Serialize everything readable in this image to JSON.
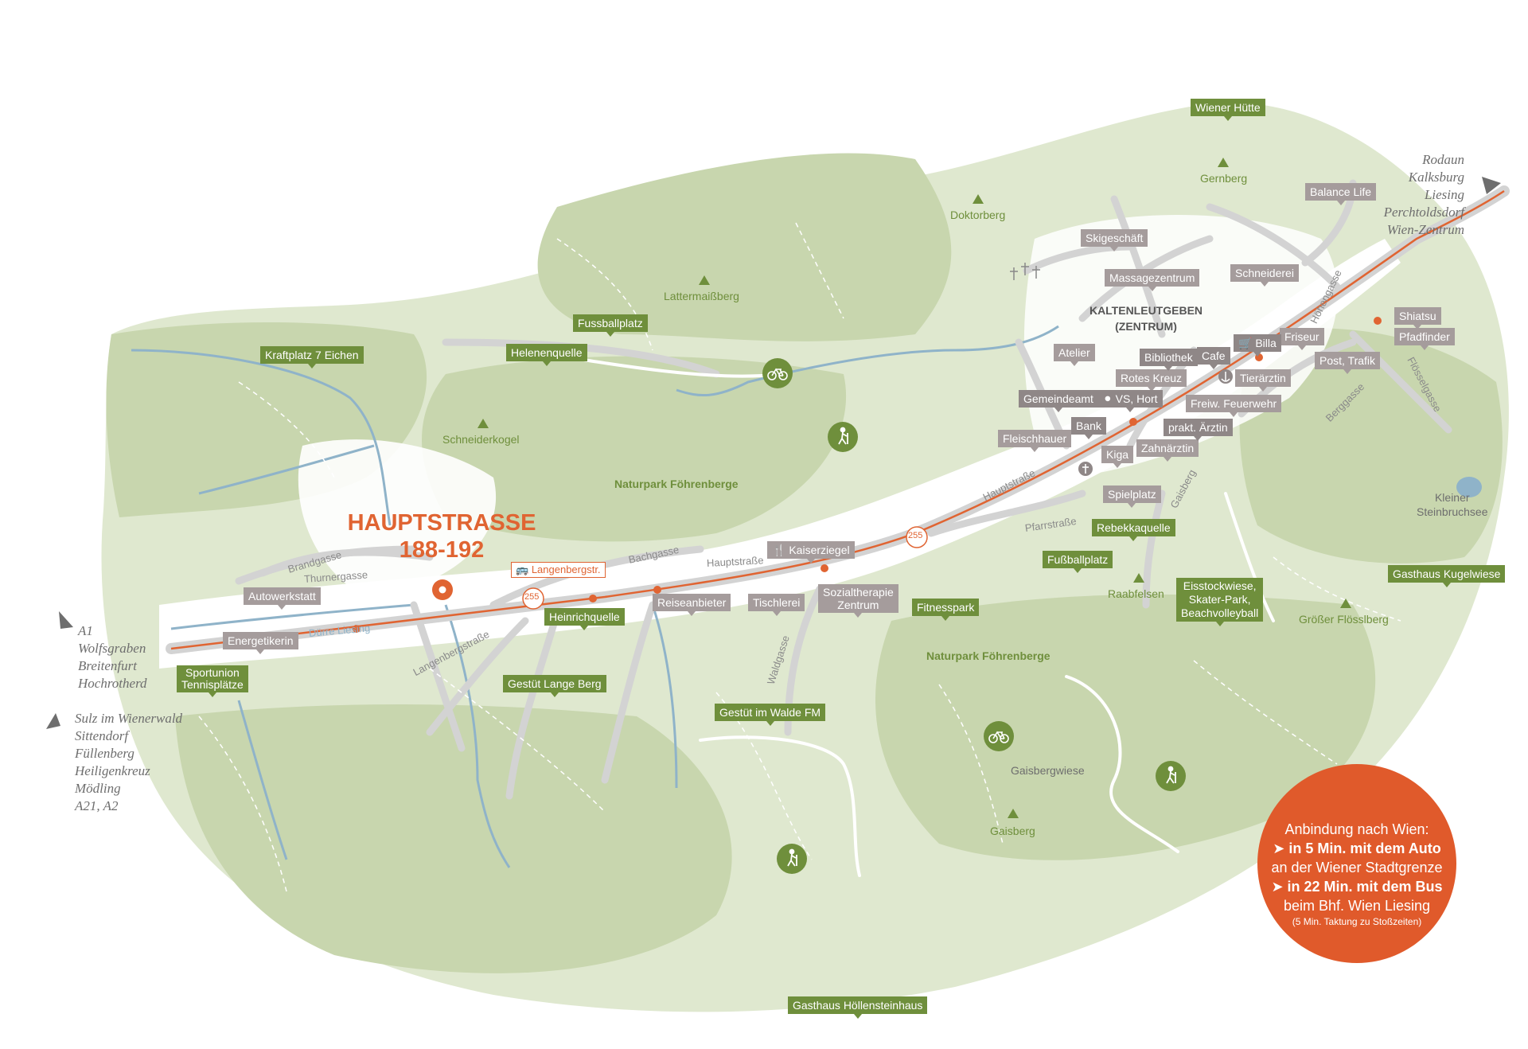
{
  "title": {
    "line1": "HAUPTSTRASSE",
    "line2": "188-192"
  },
  "center": {
    "line1": "KALTENLEUTGEBEN",
    "line2": "(ZENTRUM)"
  },
  "bus_stop": "Langenbergstr.",
  "route_number": "255",
  "destinations": {
    "west_top": [
      "A1",
      "Wolfsgraben",
      "Breitenfurt",
      "Hochrotherd"
    ],
    "west_bottom": [
      "Sulz im Wienerwald",
      "Sittendorf",
      "Füllenberg",
      "Heiligenkreuz",
      "Mödling",
      "A21, A2"
    ],
    "east": [
      "Rodaun",
      "Kalksburg",
      "Liesing",
      "Perchtoldsdorf",
      "Wien-Zentrum"
    ]
  },
  "green_tags": {
    "wiener_huette": "Wiener Hütte",
    "kraftplatz": "Kraftplatz 7 Eichen",
    "fussballplatz_1": "Fussballplatz",
    "helenenquelle": "Helenenquelle",
    "heinrichquelle": "Heinrichquelle",
    "gestuet_lange_berg": "Gestüt Lange Berg",
    "gestuet_im_walde": "Gestüt im Walde FM",
    "fitnesspark": "Fitnesspark",
    "rebekkaquelle": "Rebekkaquelle",
    "fussballplatz_2": "Fußballplatz",
    "eisstockwiese": "Eisstockwiese,\nSkater-Park,\nBeachvolleyball",
    "gasthaus_kugelwiese": "Gasthaus Kugelwiese",
    "gasthaus_hoellensteinhaus": "Gasthaus Höllensteinhaus",
    "sportunion": "Sportunion\nTennisplätze"
  },
  "grey_tags": {
    "skigeschaeft": "Skigeschäft",
    "balance_life": "Balance Life",
    "massagezentrum": "Massagezentrum",
    "schneiderei": "Schneiderei",
    "shiatsu": "Shiatsu",
    "pfadfinder": "Pfadfinder",
    "friseur": "Friseur",
    "post_trafik": "Post, Trafik",
    "atelier": "Atelier",
    "rotes_kreuz": "Rotes Kreuz",
    "tieraerztin": "Tierärztin",
    "freiw_feuerwehr": "Freiw. Feuerwehr",
    "fleischhauer": "Fleischhauer",
    "kiga": "Kiga",
    "zahnaerztin": "Zahnärztin",
    "spielplatz": "Spielplatz",
    "autowerkstatt": "Autowerkstatt",
    "energetikerin": "Energetikerin",
    "kaiserziegel": "Kaiserziegel",
    "reiseanbieter": "Reiseanbieter",
    "tischlerei": "Tischlerei",
    "sozialtherapie": "Sozialtherapie\nZentrum"
  },
  "dark_tags": {
    "bibliothek": "Bibliothek",
    "cafe": "Cafe",
    "billa": "Billa",
    "gemeindeamt": "Gemeindeamt",
    "vs_hort": "VS, Hort",
    "bank": "Bank",
    "prakt_aerztin": "prakt. Ärztin"
  },
  "peaks": {
    "gernberg": "Gernberg",
    "doktorberg": "Doktorberg",
    "lattermaissberg": "Lattermaißberg",
    "schneiderkogel": "Schneiderkogel",
    "raabfelsen": "Raabfelsen",
    "groesser_floesslberg": "Größer Flösslberg",
    "gaisberg": "Gaisberg"
  },
  "areas": {
    "naturpark_1": "Naturpark Föhrenberge",
    "naturpark_2": "Naturpark Föhrenberge",
    "gaisbergwiese": "Gaisbergwiese",
    "kleiner_steinbruchsee": "Kleiner\nSteinbruchsee"
  },
  "streets": {
    "brandgasse": "Brandgasse",
    "thurnergasse": "Thurnergasse",
    "duerre_liesing": "Dürre Liesing",
    "langenbergstrasse": "Langenbergstraße",
    "bachgasse": "Bachgasse",
    "hauptstrasse_1": "Hauptstraße",
    "hauptstrasse_2": "Hauptstraße",
    "waldgasse": "Waldgasse",
    "pfarrstrasse": "Pfarrstraße",
    "gaisberg_street": "Gaisberg",
    "berggasse": "Berggasse",
    "hoehengasse": "Höhengasse",
    "floesselgasse": "Flösselgasse"
  },
  "connection": {
    "heading": "Anbindung nach Wien:",
    "car_bold": "in 5 Min. mit dem Auto",
    "car_rest": "an der Wiener Stadtgrenze",
    "bus_bold": "in 22 Min. mit dem Bus",
    "bus_rest": "beim Bhf. Wien Liesing",
    "note": "(5 Min. Taktung zu Stoßzeiten)"
  },
  "colors": {
    "forest_light": "#dfe8cf",
    "forest_mid": "#c8d6ae",
    "road": "#d3d3d3",
    "main_road": "#e06432",
    "stream": "#8fb3c9",
    "accent_green": "#6f8f3c",
    "tag_grey": "#a59c9c",
    "tag_dark": "#8f8787",
    "accent_orange": "#e05a2b"
  },
  "icons": [
    "bicycle-icon",
    "hiking-icon",
    "bus-icon",
    "fork-knife-icon",
    "cart-icon",
    "anchor-icon",
    "cross-icon",
    "school-icon"
  ]
}
